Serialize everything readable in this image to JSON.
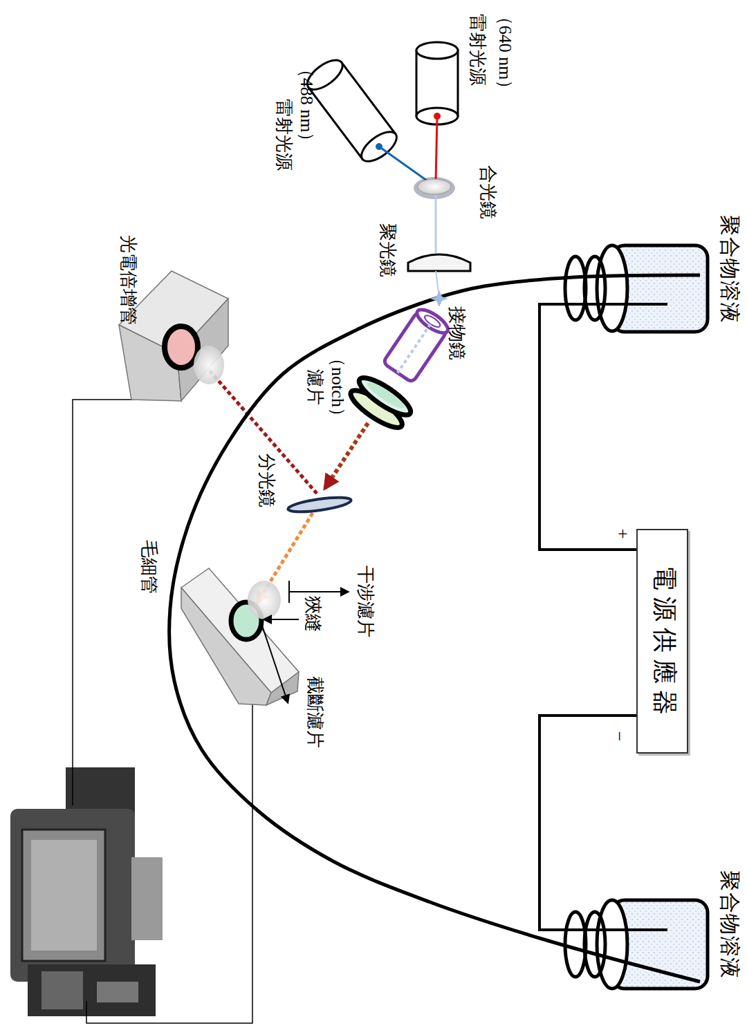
{
  "diagram": {
    "nodes": [
      {
        "text": [
          "電源供應器"
        ]
      },
      {
        "text": [
          "聚合物溶液"
        ]
      },
      {
        "text": [
          "聚合物溶液"
        ]
      }
    ],
    "edges": [
      {
        "from": 0,
        "to": 1,
        "arrow": "none"
      },
      {
        "from": 0,
        "to": 2,
        "arrow": "none"
      }
    ],
    "labels": [
      "雷射光源",
      "（488 nm）",
      "雷射光源",
      "（640 nm）",
      "合光鏡",
      "聚光鏡",
      "光電倍增管",
      "接物鏡",
      "濾片",
      "（notch）",
      "分光鏡",
      "毛細管",
      "狹縫",
      "干涉濾片",
      "截斷濾片",
      "+",
      "−"
    ]
  }
}
